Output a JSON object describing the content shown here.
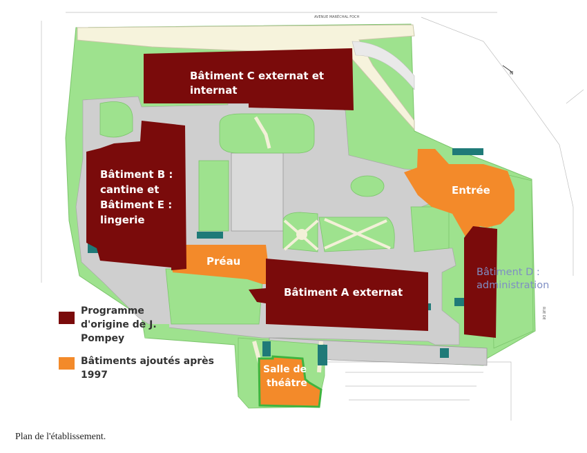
{
  "map": {
    "street_top": "AVENUE MARÉCHAL FOCH",
    "street_right": "RUE DE",
    "buildings": {
      "c": "Bâtiment C externat et internat",
      "b_line1": "Bâtiment B :",
      "b_line2": "cantine et",
      "b_line3": "Bâtiment E :",
      "b_line4": "lingerie",
      "a": "Bâtiment A externat",
      "d_line1": "Bâtiment D :",
      "d_line2": "administration",
      "entree": "Entrée",
      "preau": "Préau",
      "salle_line1": "Salle de",
      "salle_line2": "théâtre"
    },
    "legend": [
      {
        "color": "#7a0b0b",
        "line1": "Programme",
        "line2": "d'origine de J.",
        "line3": "Pompey"
      },
      {
        "color": "#f38a2a",
        "line1": "Bâtiments ajoutés après",
        "line2": "1997"
      }
    ],
    "colors": {
      "original": "#7a0b0b",
      "added": "#f38a2a",
      "green": "#9ee28e",
      "paving": "#cfcfcf",
      "blue_label": "#7f8ec4"
    }
  },
  "caption": "Plan de l'établissement."
}
